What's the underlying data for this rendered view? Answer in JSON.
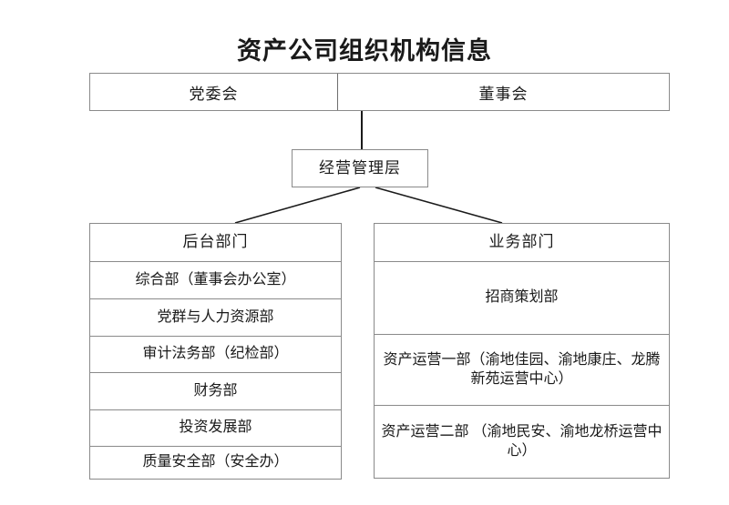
{
  "title": "资产公司组织机构信息",
  "top_row": {
    "left_label": "党委会",
    "right_label": "董事会"
  },
  "management": {
    "label": "经营管理层"
  },
  "back_office": {
    "header": "后台部门",
    "items": [
      "综合部（董事会办公室）",
      "党群与人力资源部",
      "审计法务部（纪检部）",
      "财务部",
      "投资发展部",
      "质量安全部（安全办）"
    ]
  },
  "business": {
    "header": "业务部门",
    "items": [
      "招商策划部",
      "资产运营一部（渝地佳园、渝地康庄、龙腾新苑运营中心）",
      "资产运营二部 （渝地民安、渝地龙桥运营中心）"
    ]
  },
  "colors": {
    "border": "#8a8a8a",
    "line": "#1a1a1a",
    "text": "#1a1a1a",
    "background": "#ffffff"
  }
}
